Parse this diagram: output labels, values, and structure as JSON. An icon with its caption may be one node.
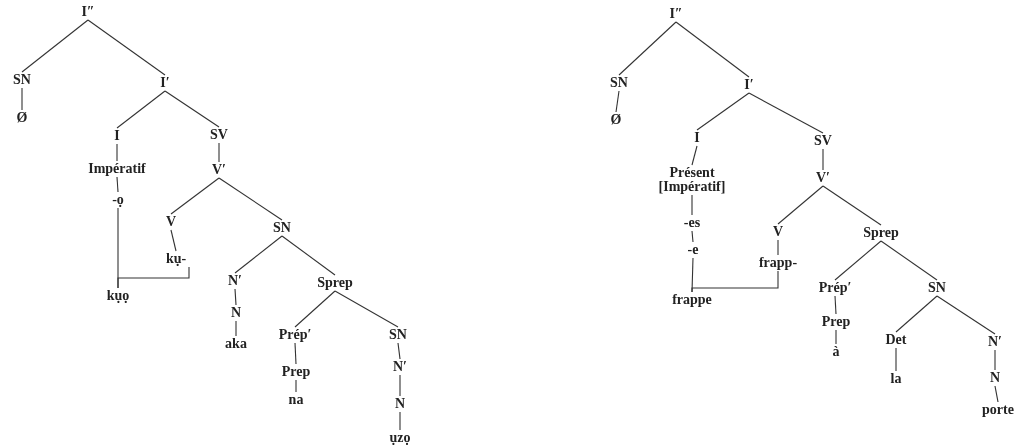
{
  "diagram": {
    "nodes": [
      {
        "text": [
          "I″"
        ]
      },
      {
        "text": [
          "SN"
        ]
      },
      {
        "text": [
          "Ø"
        ]
      },
      {
        "text": [
          "I′"
        ]
      },
      {
        "text": [
          "I"
        ]
      },
      {
        "text": [
          "Impératif"
        ]
      },
      {
        "text": [
          "-ọ"
        ]
      },
      {
        "text": [
          "SV"
        ]
      },
      {
        "text": [
          "V′"
        ]
      },
      {
        "text": [
          "V"
        ]
      },
      {
        "text": [
          "kụ-"
        ]
      },
      {
        "text": [
          "kụọ"
        ]
      },
      {
        "text": [
          "SN"
        ]
      },
      {
        "text": [
          "N′"
        ]
      },
      {
        "text": [
          "N"
        ]
      },
      {
        "text": [
          "aka"
        ]
      },
      {
        "text": [
          "Sprep"
        ]
      },
      {
        "text": [
          "Prép′"
        ]
      },
      {
        "text": [
          "Prep"
        ]
      },
      {
        "text": [
          "na"
        ]
      },
      {
        "text": [
          "SN"
        ]
      },
      {
        "text": [
          "N′"
        ]
      },
      {
        "text": [
          "N"
        ]
      },
      {
        "text": [
          "ụzọ"
        ]
      },
      {
        "text": [
          "I″"
        ]
      },
      {
        "text": [
          "SN"
        ]
      },
      {
        "text": [
          "Ø"
        ]
      },
      {
        "text": [
          "I′"
        ]
      },
      {
        "text": [
          "I"
        ]
      },
      {
        "text": [
          "Présent [Impératif]"
        ]
      },
      {
        "text": [
          "-es"
        ]
      },
      {
        "text": [
          "-e"
        ]
      },
      {
        "text": [
          "SV"
        ]
      },
      {
        "text": [
          "V′"
        ]
      },
      {
        "text": [
          "V"
        ]
      },
      {
        "text": [
          "frapp-"
        ]
      },
      {
        "text": [
          "frappe"
        ]
      },
      {
        "text": [
          "Sprep"
        ]
      },
      {
        "text": [
          "Prép′"
        ]
      },
      {
        "text": [
          "Prep"
        ]
      },
      {
        "text": [
          "à"
        ]
      },
      {
        "text": [
          "SN"
        ]
      },
      {
        "text": [
          "Det"
        ]
      },
      {
        "text": [
          "la"
        ]
      },
      {
        "text": [
          "N′"
        ]
      },
      {
        "text": [
          "N"
        ]
      },
      {
        "text": [
          "porte"
        ]
      }
    ],
    "edges": [
      {
        "from": 0,
        "to": 1,
        "arrow": "none"
      },
      {
        "from": 1,
        "to": 2,
        "arrow": "none"
      },
      {
        "from": 0,
        "to": 3,
        "arrow": "none"
      },
      {
        "from": 3,
        "to": 4,
        "arrow": "none"
      },
      {
        "from": 4,
        "to": 5,
        "arrow": "none"
      },
      {
        "from": 5,
        "to": 6,
        "arrow": "none"
      },
      {
        "from": 6,
        "to": 11,
        "arrow": "none"
      },
      {
        "from": 3,
        "to": 7,
        "arrow": "none"
      },
      {
        "from": 7,
        "to": 8,
        "arrow": "none"
      },
      {
        "from": 8,
        "to": 9,
        "arrow": "none"
      },
      {
        "from": 9,
        "to": 10,
        "arrow": "none"
      },
      {
        "from": 10,
        "to": 11,
        "arrow": "none"
      },
      {
        "from": 8,
        "to": 12,
        "arrow": "none"
      },
      {
        "from": 12,
        "to": 13,
        "arrow": "none"
      },
      {
        "from": 13,
        "to": 14,
        "arrow": "none"
      },
      {
        "from": 14,
        "to": 15,
        "arrow": "none"
      },
      {
        "from": 12,
        "to": 16,
        "arrow": "none"
      },
      {
        "from": 16,
        "to": 17,
        "arrow": "none"
      },
      {
        "from": 17,
        "to": 18,
        "arrow": "none"
      },
      {
        "from": 18,
        "to": 19,
        "arrow": "none"
      },
      {
        "from": 16,
        "to": 20,
        "arrow": "none"
      },
      {
        "from": 20,
        "to": 21,
        "arrow": "none"
      },
      {
        "from": 21,
        "to": 22,
        "arrow": "none"
      },
      {
        "from": 22,
        "to": 23,
        "arrow": "none"
      },
      {
        "from": 24,
        "to": 25,
        "arrow": "none"
      },
      {
        "from": 25,
        "to": 26,
        "arrow": "none"
      },
      {
        "from": 24,
        "to": 27,
        "arrow": "none"
      },
      {
        "from": 27,
        "to": 28,
        "arrow": "none"
      },
      {
        "from": 28,
        "to": 29,
        "arrow": "none"
      },
      {
        "from": 29,
        "to": 30,
        "arrow": "none"
      },
      {
        "from": 30,
        "to": 31,
        "arrow": "none"
      },
      {
        "from": 31,
        "to": 36,
        "arrow": "none"
      },
      {
        "from": 27,
        "to": 32,
        "arrow": "none"
      },
      {
        "from": 32,
        "to": 33,
        "arrow": "none"
      },
      {
        "from": 33,
        "to": 34,
        "arrow": "none"
      },
      {
        "from": 34,
        "to": 35,
        "arrow": "none"
      },
      {
        "from": 35,
        "to": 36,
        "arrow": "none"
      },
      {
        "from": 33,
        "to": 37,
        "arrow": "none"
      },
      {
        "from": 37,
        "to": 38,
        "arrow": "none"
      },
      {
        "from": 38,
        "to": 39,
        "arrow": "none"
      },
      {
        "from": 39,
        "to": 40,
        "arrow": "none"
      },
      {
        "from": 37,
        "to": 41,
        "arrow": "none"
      },
      {
        "from": 41,
        "to": 42,
        "arrow": "none"
      },
      {
        "from": 42,
        "to": 43,
        "arrow": "none"
      },
      {
        "from": 41,
        "to": 44,
        "arrow": "none"
      },
      {
        "from": 44,
        "to": 45,
        "arrow": "none"
      },
      {
        "from": 45,
        "to": 46,
        "arrow": "none"
      }
    ]
  }
}
